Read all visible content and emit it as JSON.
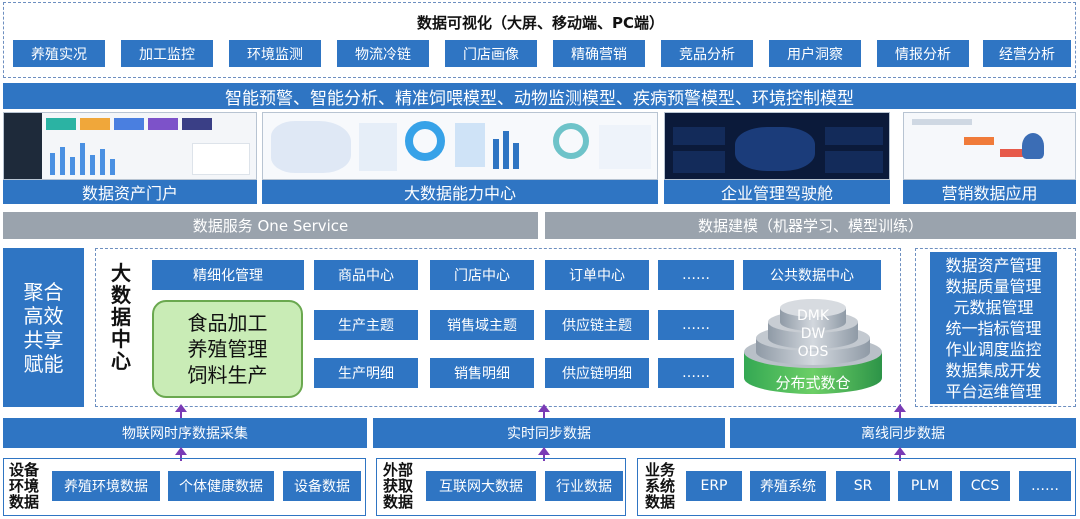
{
  "top": {
    "title": "数据可视化（大屏、移动端、PC端）",
    "buttons": [
      "养殖实况",
      "加工监控",
      "环境监测",
      "物流冷链",
      "门店画像",
      "精确营销",
      "竞品分析",
      "用户洞察",
      "情报分析",
      "经营分析"
    ]
  },
  "models_band": "智能预警、智能分析、精准饲喂模型、动物监测模型、疾病预警模型、环境控制模型",
  "apps": [
    "数据资产门户",
    "大数据能力中心",
    "企业管理驾驶舱",
    "营销数据应用"
  ],
  "services": {
    "left": "数据服务 One Service",
    "right": "数据建模（机器学习、模型训练）"
  },
  "left_panel": "聚合高效共享赋能",
  "left_panel_lines": [
    "聚合",
    "高效",
    "共享",
    "赋能"
  ],
  "center": {
    "title_chars": [
      "大",
      "数",
      "据",
      "中",
      "心"
    ],
    "refine": "精细化管理",
    "green_lines": [
      "食品加工",
      "养殖管理",
      "饲料生产"
    ],
    "grid": [
      [
        "商品中心",
        "门店中心",
        "订单中心",
        "……"
      ],
      [
        "生产主题",
        "销售域主题",
        "供应链主题",
        "……"
      ],
      [
        "生产明细",
        "销售明细",
        "供应链明细",
        "……"
      ]
    ],
    "public_center": "公共数据中心",
    "layers": [
      "DMK",
      "DW",
      "ODS"
    ],
    "distributed": "分布式数仓"
  },
  "right_panel": [
    "数据资产管理",
    "数据质量管理",
    "元数据管理",
    "统一指标管理",
    "作业调度监控",
    "数据集成开发",
    "平台运维管理"
  ],
  "collect": [
    "物联网时序数据采集",
    "实时同步数据",
    "离线同步数据"
  ],
  "sources": [
    {
      "label_lines": [
        "设备",
        "环境",
        "数据"
      ],
      "items": [
        "养殖环境数据",
        "个体健康数据",
        "设备数据"
      ]
    },
    {
      "label_lines": [
        "外部",
        "获取",
        "数据"
      ],
      "items": [
        "互联网大数据",
        "行业数据"
      ]
    },
    {
      "label_lines": [
        "业务",
        "系统",
        "数据"
      ],
      "items": [
        "ERP",
        "养殖系统",
        "SR",
        "PLM",
        "CCS",
        "……"
      ]
    }
  ],
  "colors": {
    "blue": "#2f75c3",
    "gray": "#9aa3ad",
    "green_fill": "#c9ecb6",
    "green_border": "#6aa84f",
    "arrow": "#7a3bb5"
  }
}
